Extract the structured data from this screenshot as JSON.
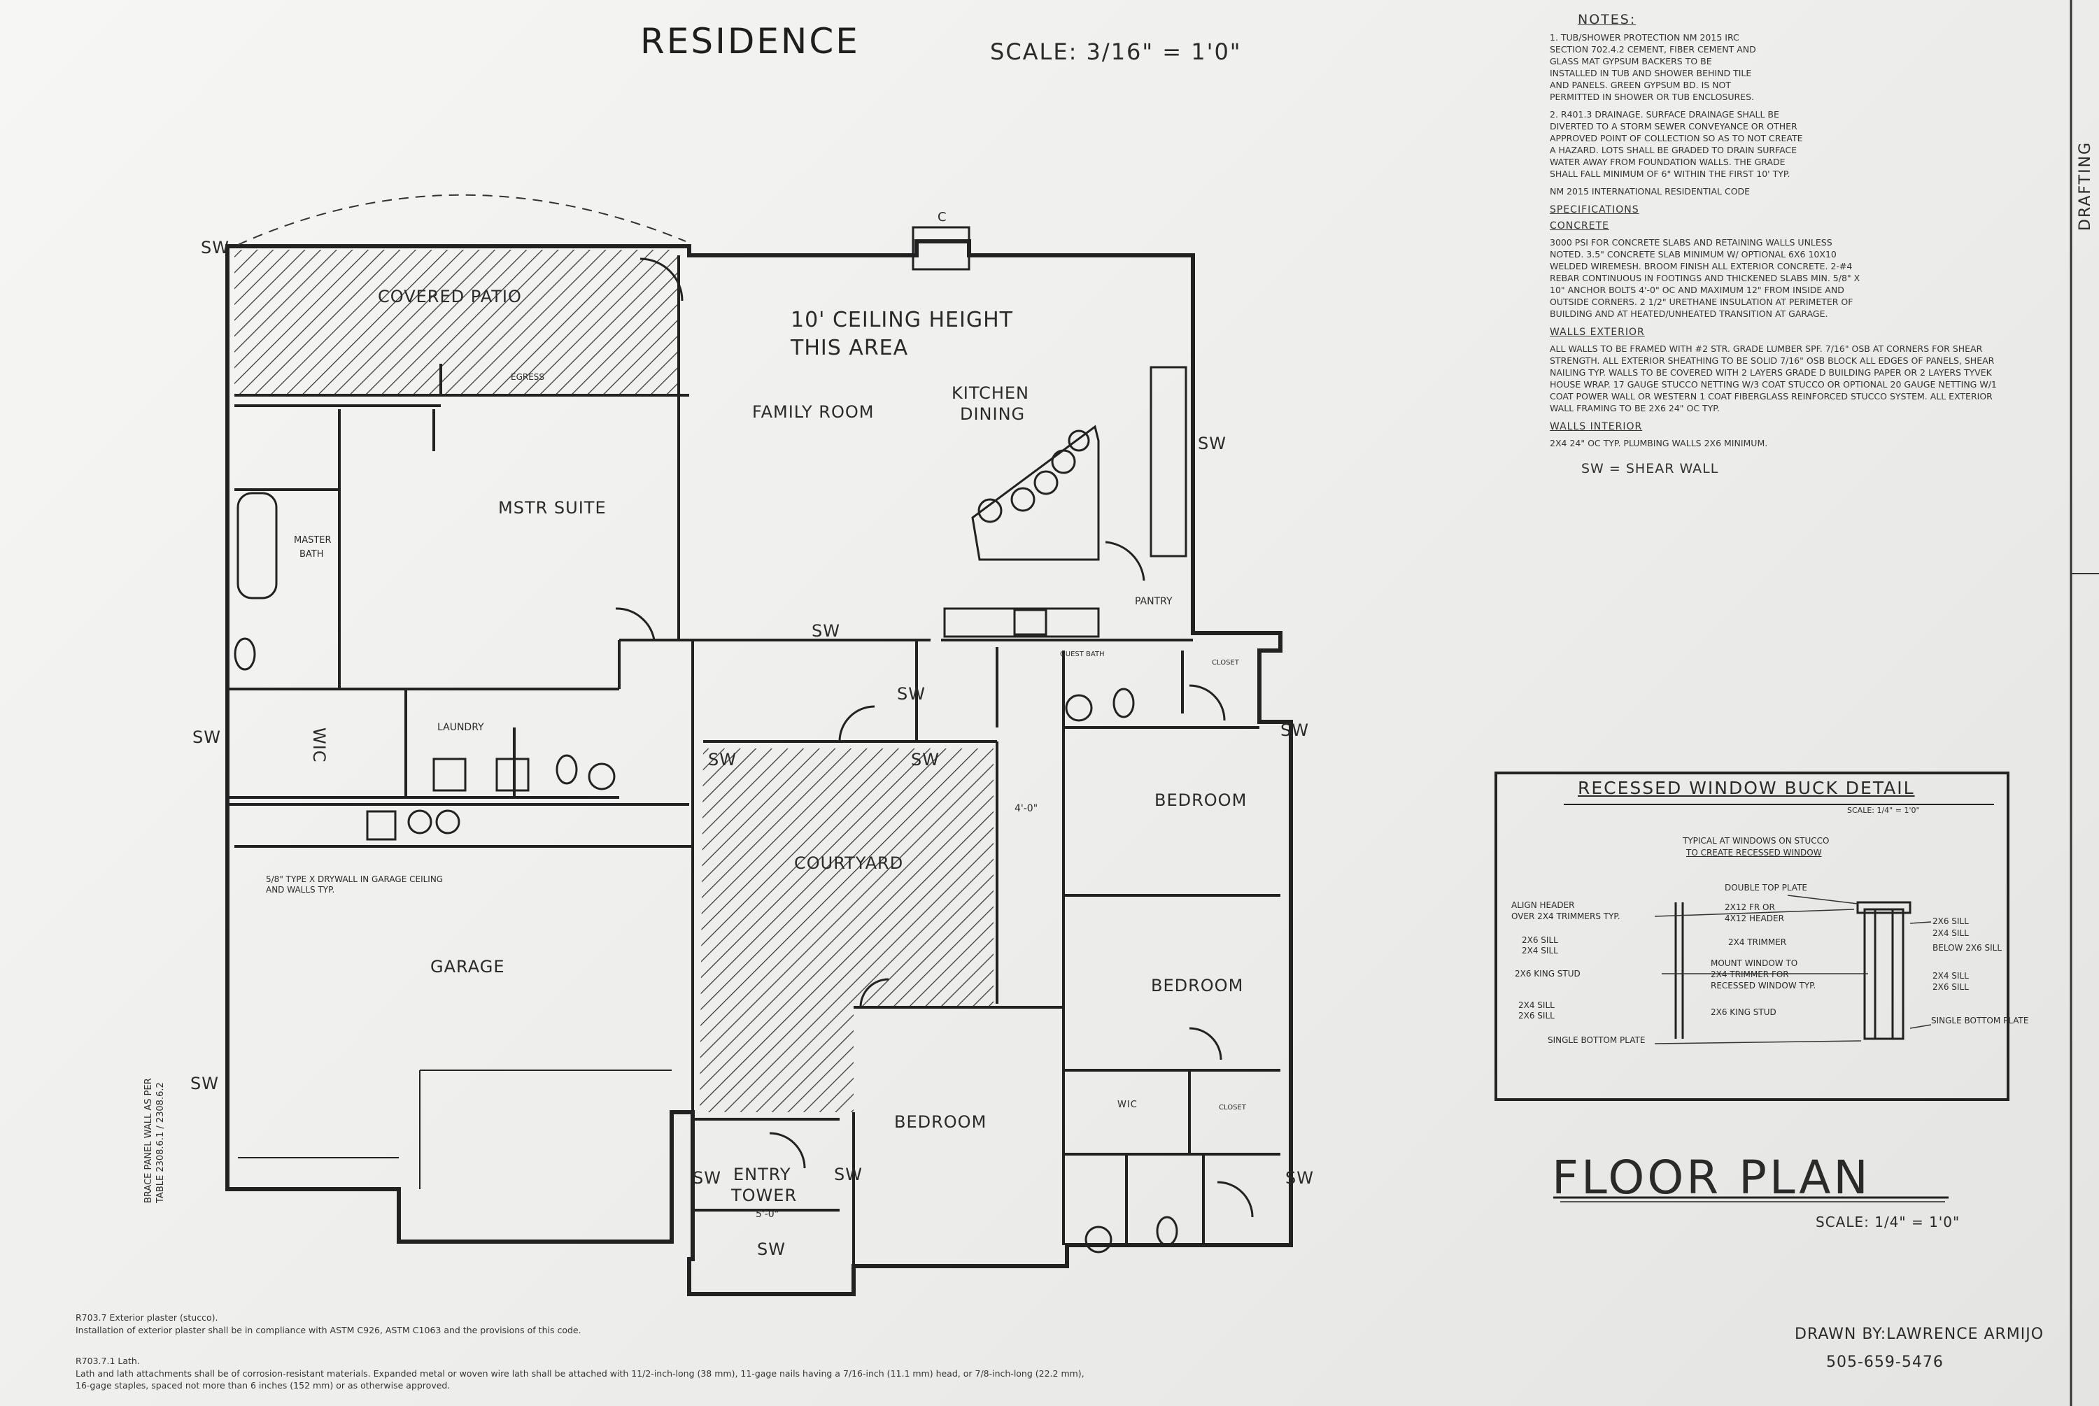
{
  "title": {
    "residence": "RESIDENCE",
    "scale": "SCALE: 3/16\" = 1'0\""
  },
  "rooms": {
    "covered_patio": "COVERED PATIO",
    "ceiling_line1": "10' CEILING HEIGHT",
    "ceiling_line2": "THIS AREA",
    "family_room": "FAMILY ROOM",
    "kitchen": "KITCHEN",
    "dining": "DINING",
    "mstr_suite": "MSTR SUITE",
    "master_bath_1": "MASTER",
    "master_bath_2": "BATH",
    "wic": "WIC",
    "laundry": "LAUNDRY",
    "pantry": "PANTRY",
    "guest_bath": "GUEST BATH",
    "closet": "CLOSET",
    "courtyard": "COURTYARD",
    "bedroom_1": "BEDROOM",
    "bedroom_2": "BEDROOM",
    "bedroom_3": "BEDROOM",
    "garage": "GARAGE",
    "garage_note": "5/8\" TYPE X DRYWALL IN GARAGE CEILING AND WALLS TYP.",
    "entry_tower_1": "ENTRY",
    "entry_tower_2": "TOWER",
    "egress": "EGRESS",
    "wic_2": "WIC",
    "closet_2": "CLOSET",
    "dim_4_0": "4'-0\"",
    "dim_5_0": "5'-0\"",
    "chimney_mark": "C"
  },
  "shear_wall_mark": "SW",
  "brace_panel": {
    "line1": "BRACE PANEL WALL AS PER",
    "line2": "TABLE 2308.6.1 / 2308.6.2"
  },
  "notes": {
    "heading": "NOTES:",
    "tub_shower": "1. TUB/SHOWER PROTECTION NM 2015 IRC SECTION 702.4.2 CEMENT, FIBER CEMENT AND GLASS MAT GYPSUM BACKERS TO BE INSTALLED IN TUB AND SHOWER BEHIND TILE AND PANELS. GREEN GYPSUM BD. IS NOT PERMITTED IN SHOWER OR TUB ENCLOSURES.",
    "drainage": "2. R401.3 DRAINAGE. SURFACE DRAINAGE SHALL BE DIVERTED TO A STORM SEWER CONVEYANCE OR OTHER APPROVED POINT OF COLLECTION SO AS TO NOT CREATE A HAZARD. LOTS SHALL BE GRADED TO DRAIN SURFACE WATER AWAY FROM FOUNDATION WALLS. THE GRADE SHALL FALL MINIMUM OF 6\" WITHIN THE FIRST 10' TYP.",
    "code": "NM 2015 INTERNATIONAL RESIDENTIAL CODE",
    "specifications": "SPECIFICATIONS",
    "concrete_h": "CONCRETE",
    "concrete": "3000 PSI FOR CONCRETE SLABS AND RETAINING WALLS UNLESS NOTED. 3.5\" CONCRETE SLAB MINIMUM W/ OPTIONAL 6X6 10X10 WELDED WIREMESH. BROOM FINISH ALL EXTERIOR CONCRETE. 2-#4 REBAR CONTINUOUS IN FOOTINGS AND THICKENED SLABS MIN. 5/8\" X 10\" ANCHOR BOLTS 4'-0\" OC AND MAXIMUM 12\" FROM INSIDE AND OUTSIDE CORNERS. 2 1/2\" URETHANE INSULATION AT PERIMETER OF BUILDING AND AT HEATED/UNHEATED TRANSITION AT GARAGE.",
    "walls_ext_h": "WALLS EXTERIOR",
    "walls_ext": "ALL WALLS TO BE FRAMED WITH #2 STR. GRADE LUMBER SPF. 7/16\" OSB AT CORNERS FOR SHEAR STRENGTH. ALL EXTERIOR SHEATHING TO BE SOLID 7/16\" OSB BLOCK ALL EDGES OF PANELS, SHEAR NAILING TYP. WALLS TO BE COVERED WITH 2 LAYERS GRADE D BUILDING PAPER OR 2 LAYERS TYVEK HOUSE WRAP. 17 GAUGE STUCCO NETTING W/3 COAT STUCCO OR OPTIONAL 20 GAUGE NETTING W/1 COAT POWER WALL OR WESTERN 1 COAT FIBERGLASS REINFORCED STUCCO SYSTEM. ALL EXTERIOR WALL FRAMING TO BE 2X6 24\" OC TYP.",
    "walls_int_h": "WALLS INTERIOR",
    "walls_int": "2X4 24\" OC TYP. PLUMBING WALLS 2X6 MINIMUM.",
    "sw_legend": "SW = SHEAR WALL"
  },
  "detail": {
    "title": "RECESSED WINDOW BUCK DETAIL",
    "scale": "SCALE: 1/4\" = 1'0\"",
    "typical_1": "TYPICAL AT WINDOWS ON STUCCO",
    "typical_2": "TO CREATE RECESSED WINDOW",
    "double_top": "DOUBLE TOP PLATE",
    "align_1": "ALIGN HEADER",
    "align_2": "OVER 2X4 TRIMMERS TYP.",
    "header_1": "2X12 FR OR",
    "header_2": "4X12 HEADER",
    "sill_a": "2X6 SILL",
    "sill_b": "2X4 SILL",
    "trimmer": "2X4 TRIMMER",
    "king_a": "2X6 KING STUD",
    "mount_1": "MOUNT WINDOW TO",
    "mount_2": "2X4 TRIMMER FOR",
    "mount_3": "RECESSED WINDOW TYP.",
    "king_b": "2X6 KING STUD",
    "sill_c": "2X4 SILL",
    "sill_d": "2X6 SILL",
    "r_sill1": "2X6 SILL",
    "r_sill2": "2X4 SILL",
    "r_below": "BELOW 2X6 SILL",
    "r_sill3": "2X4 SILL",
    "r_sill4": "2X6 SILL",
    "single_bottom_l": "SINGLE BOTTOM PLATE",
    "single_bottom_r": "SINGLE BOTTOM PLATE"
  },
  "floor_plan": {
    "title": "FLOOR PLAN",
    "scale": "SCALE: 1/4\" = 1'0\""
  },
  "drawn_by": {
    "name": "DRAWN BY:LAWRENCE ARMIJO",
    "phone": "505-659-5476"
  },
  "code_notes": {
    "r703_h": "R703.7 Exterior plaster (stucco).",
    "r703_t": "Installation of exterior plaster shall be in compliance with ASTM C926, ASTM C1063 and the provisions of this code.",
    "r703_1_h": "R703.7.1 Lath.",
    "r703_1_t": "Lath and lath attachments shall be of corrosion-resistant materials. Expanded metal or woven wire lath shall be attached with 11/2-inch-long (38 mm), 11-gage nails having a 7/16-inch (11.1 mm) head, or 7/8-inch-long (22.2 mm), 16-gage staples, spaced not more than 6 inches (152 mm) or as otherwise approved."
  },
  "edge_label": "DRAFTING"
}
